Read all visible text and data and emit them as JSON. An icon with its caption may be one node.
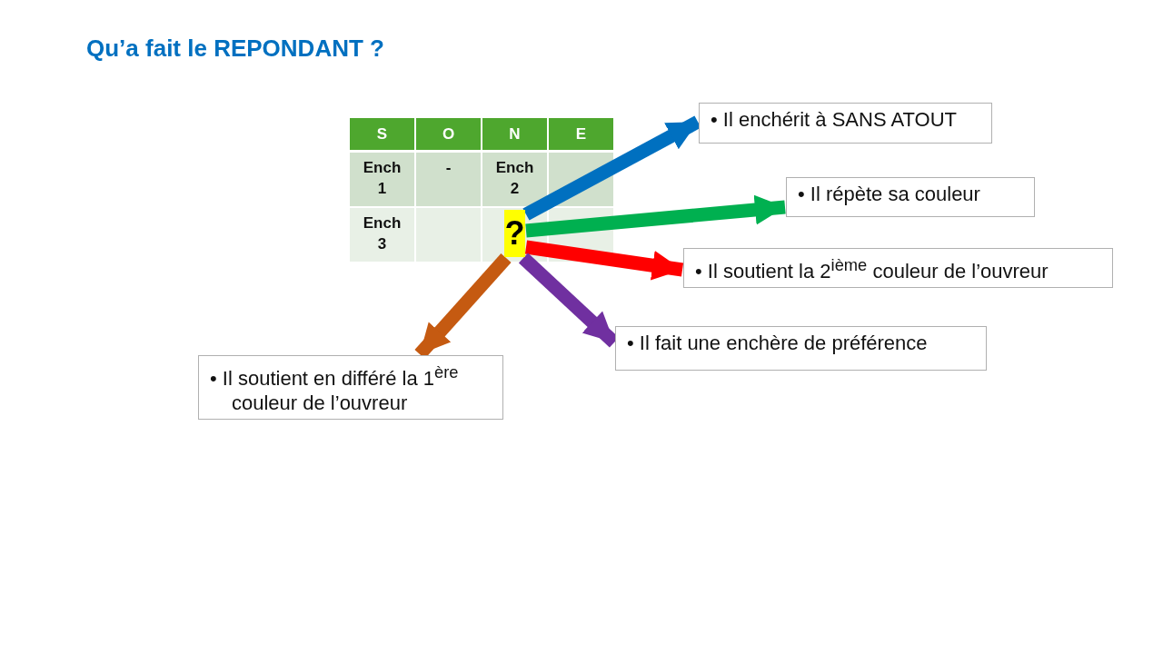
{
  "diagram": {
    "title": "Qu’a fait le REPONDANT ?",
    "nodes": [
      {
        "text": [
          "?"
        ]
      },
      {
        "text": [
          "• Il enchérit à SANS ATOUT"
        ]
      },
      {
        "text": [
          "• Il répète sa couleur"
        ]
      },
      {
        "text": [
          "• Il soutient la 2$^{ième}$ couleur de l’ouvreur"
        ]
      },
      {
        "text": [
          "• Il fait une enchère de préférence"
        ]
      },
      {
        "text": [
          "• Il soutient en différé la 1$^{ère}$ couleur de l’ouvreur"
        ]
      }
    ],
    "edges": [
      {
        "from": 0,
        "to": 1,
        "arrow": "to",
        "color": "#0070c0"
      },
      {
        "from": 0,
        "to": 2,
        "arrow": "to",
        "color": "#00b050"
      },
      {
        "from": 0,
        "to": 3,
        "arrow": "to",
        "color": "#ff0000"
      },
      {
        "from": 0,
        "to": 4,
        "arrow": "to",
        "color": "#7030a0"
      },
      {
        "from": 0,
        "to": 5,
        "arrow": "to",
        "color": "#c55a11"
      }
    ],
    "labels": [
      "S",
      "O",
      "N",
      "E",
      "Ench 1",
      "-",
      "Ench 2",
      "Ench 3"
    ]
  }
}
